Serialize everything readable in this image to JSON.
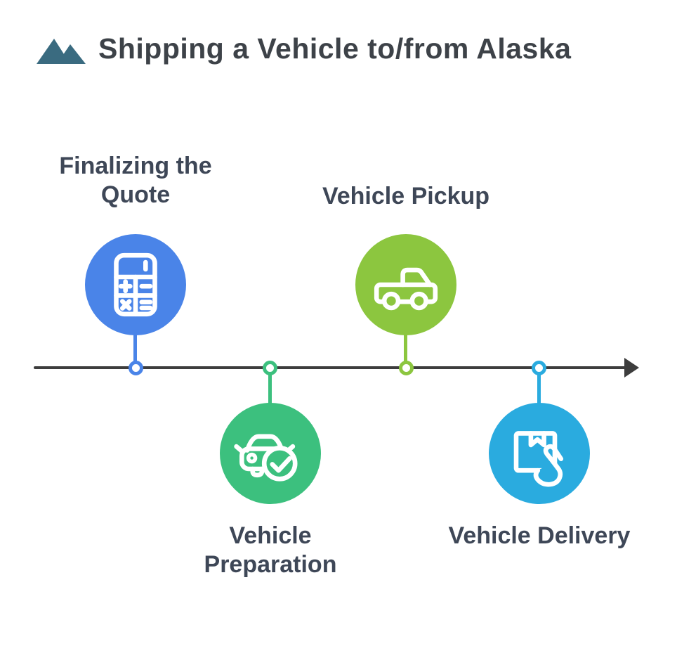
{
  "title": {
    "text": "Shipping a Vehicle to/from Alaska",
    "icon": "mountains-icon"
  },
  "colors": {
    "title-text": "#3d4248",
    "title-icon": "#3a6b80",
    "timeline": "#3d3d3d",
    "label-text": "#3e4757",
    "step1": "#4a84e8",
    "step2": "#3cc07e",
    "step3": "#8cc63f",
    "step4": "#2aabdf"
  },
  "steps": [
    {
      "label": "Finalizing the Quote",
      "icon": "calculator-icon",
      "position": "above",
      "color": "#4a84e8"
    },
    {
      "label": "Vehicle Preparation",
      "icon": "car-check-icon",
      "position": "below",
      "color": "#3cc07e"
    },
    {
      "label": "Vehicle Pickup",
      "icon": "pickup-truck-icon",
      "position": "above",
      "color": "#8cc63f"
    },
    {
      "label": "Vehicle Delivery",
      "icon": "package-hand-icon",
      "position": "below",
      "color": "#2aabdf"
    }
  ]
}
